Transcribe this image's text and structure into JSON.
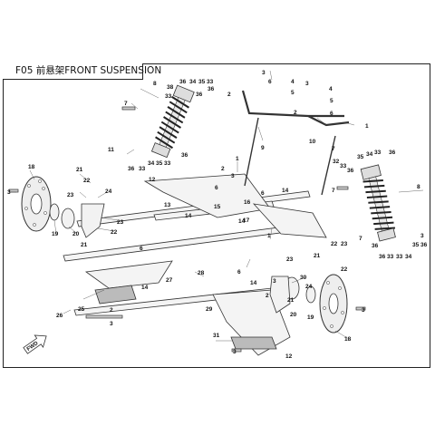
{
  "title": {
    "code": "F05",
    "text": "前悬架FRONT SUSPENSION"
  },
  "direction_label": "FWD",
  "callouts": [
    {
      "n": "1"
    },
    {
      "n": "2"
    },
    {
      "n": "3"
    },
    {
      "n": "4"
    },
    {
      "n": "5"
    },
    {
      "n": "6"
    },
    {
      "n": "7"
    },
    {
      "n": "8"
    },
    {
      "n": "9"
    },
    {
      "n": "10"
    },
    {
      "n": "11"
    },
    {
      "n": "12"
    },
    {
      "n": "13"
    },
    {
      "n": "14"
    },
    {
      "n": "15"
    },
    {
      "n": "16"
    },
    {
      "n": "17"
    },
    {
      "n": "18"
    },
    {
      "n": "19"
    },
    {
      "n": "20"
    },
    {
      "n": "21"
    },
    {
      "n": "22"
    },
    {
      "n": "23"
    },
    {
      "n": "24"
    },
    {
      "n": "25"
    },
    {
      "n": "26"
    },
    {
      "n": "27"
    },
    {
      "n": "28"
    },
    {
      "n": "29"
    },
    {
      "n": "30"
    },
    {
      "n": "31"
    },
    {
      "n": "32"
    },
    {
      "n": "33"
    },
    {
      "n": "34"
    },
    {
      "n": "35"
    },
    {
      "n": "36"
    },
    {
      "n": "38"
    }
  ]
}
